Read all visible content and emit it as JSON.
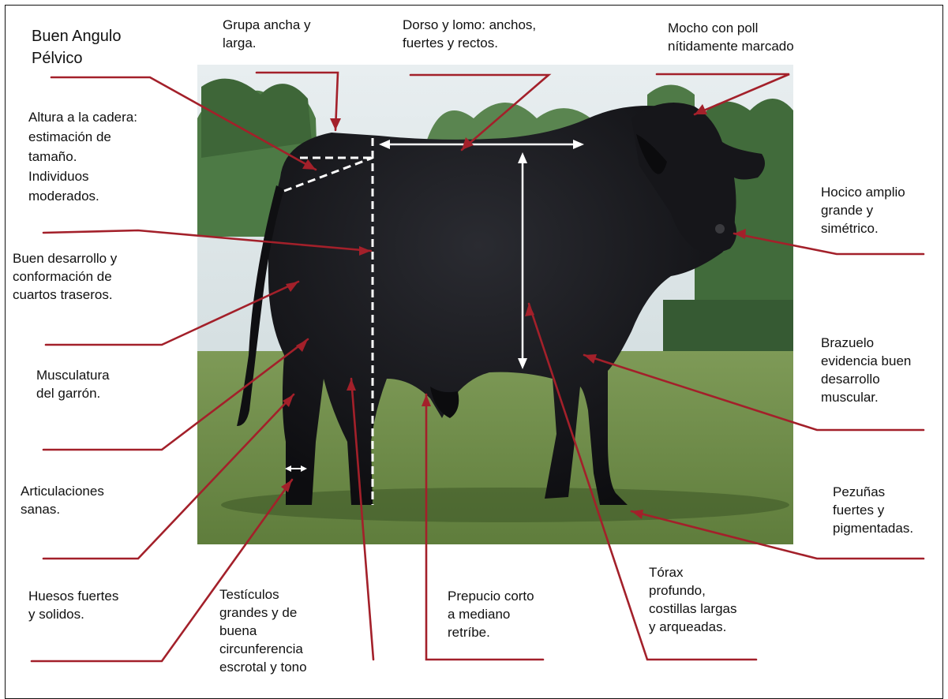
{
  "labels": {
    "angulo_pelvico": "Buen Angulo\nPélvico",
    "grupa": "Grupa ancha y\nlarga.",
    "dorso": "Dorso y lomo: anchos,\nfuertes y rectos.",
    "mocho": "Mocho con poll\nnítidamente marcado",
    "altura": "Altura a la cadera:\nestimación de\ntamaño.\nIndividuos\nmoderados.",
    "hocico": "Hocico amplio\ngrande y\nsimétrico.",
    "cuartos": "Buen desarrollo y\nconformación de\ncuartos traseros.",
    "brazuelo": "Brazuelo\nevidencia buen\ndesarrollo\nmuscular.",
    "garron": "Musculatura\ndel garrón.",
    "articulaciones": "Articulaciones\nsanas.",
    "pezunas": "Pezuñas\nfuertes y\npigmentadas.",
    "huesos": "Huesos fuertes\ny solidos.",
    "testiculos": "Testículos\ngrandes y de\nbuena\ncircunferencia\nescrotal y tono",
    "prepucio": "Prepucio corto\na mediano\nretríbe.",
    "torax": "Tórax\nprofundo,\ncostillas largas\ny arqueadas."
  },
  "colors": {
    "leader": "#a3202a",
    "measure": "#ffffff",
    "bull": "#121216",
    "grass": "#6f8f4a",
    "sky": "#dde6ea",
    "trees": "#3f6a3a"
  }
}
